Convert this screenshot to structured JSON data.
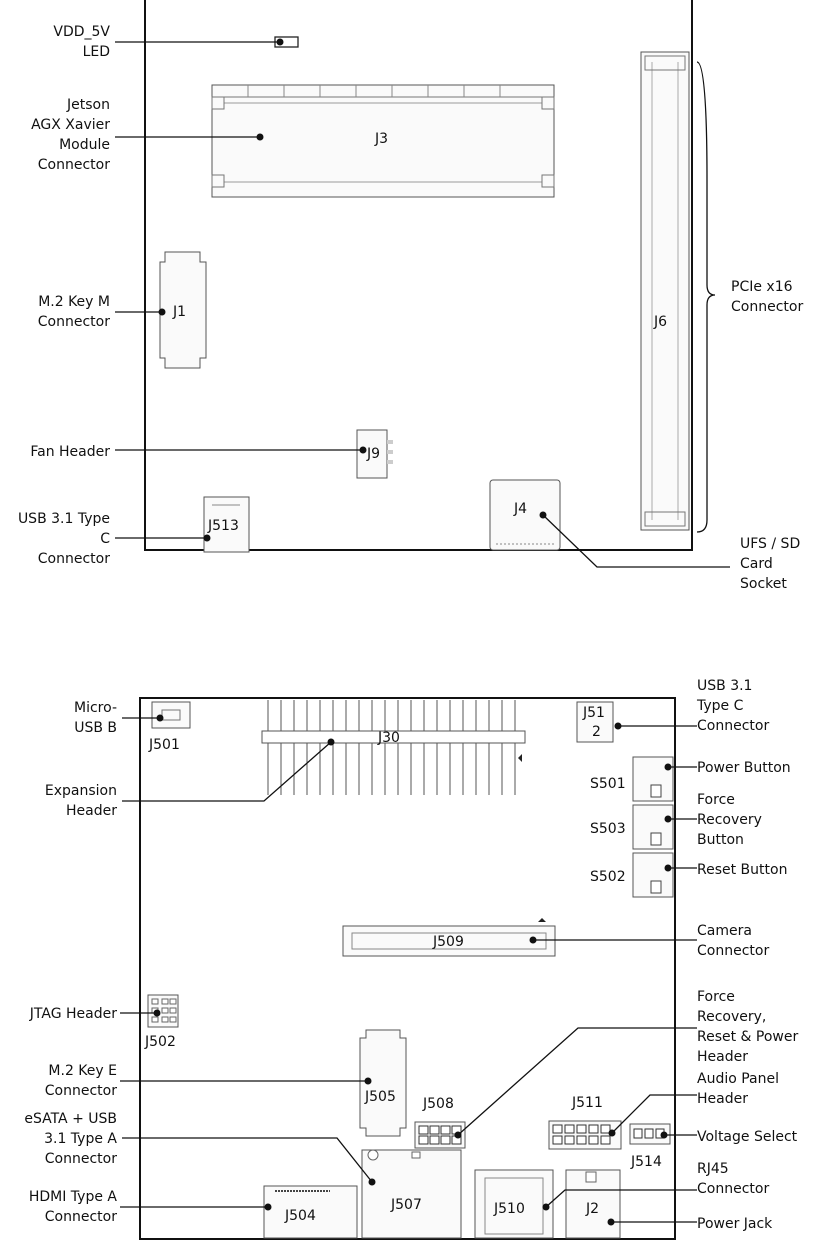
{
  "top_board": {
    "callouts": {
      "vdd_led": [
        "VDD_5V",
        "LED"
      ],
      "jetson": [
        "Jetson",
        "AGX Xavier",
        "Module",
        "Connector"
      ],
      "m2_key_m": [
        "M.2 Key M",
        "Connector"
      ],
      "fan": [
        "Fan Header"
      ],
      "usb_c": [
        "USB 3.1 Type",
        "C",
        "Connector"
      ],
      "pcie": [
        "PCIe x16",
        "Connector"
      ],
      "ufs_sd": [
        "UFS / SD",
        "Card",
        "Socket"
      ]
    },
    "designators": {
      "j3": "J3",
      "j1": "J1",
      "j9": "J9",
      "j513": "J513",
      "j4": "J4",
      "j6": "J6"
    }
  },
  "bottom_board": {
    "callouts": {
      "micro_usb": [
        "Micro-",
        "USB B"
      ],
      "expansion": [
        "Expansion",
        "Header"
      ],
      "usb_c": [
        "USB 3.1",
        "Type C",
        "Connector"
      ],
      "power_button": [
        "Power Button"
      ],
      "force_recovery": [
        "Force",
        "Recovery",
        "Button"
      ],
      "reset_button": [
        "Reset Button"
      ],
      "camera": [
        "Camera",
        "Connector"
      ],
      "jtag": [
        "JTAG Header"
      ],
      "frp_header": [
        "Force",
        "Recovery,",
        "Reset & Power",
        "Header"
      ],
      "m2_key_e": [
        "M.2 Key E",
        "Connector"
      ],
      "audio": [
        "Audio Panel",
        "Header"
      ],
      "esata": [
        "eSATA + USB",
        "3.1 Type A",
        "Connector"
      ],
      "voltage": [
        "Voltage Select"
      ],
      "rj45": [
        "RJ45",
        "Connector"
      ],
      "hdmi": [
        "HDMI Type A",
        "Connector"
      ],
      "power_jack": [
        "Power Jack"
      ]
    },
    "designators": {
      "j501": "J501",
      "j30": "J30",
      "j512": [
        "J51",
        "2"
      ],
      "s501": "S501",
      "s503": "S503",
      "s502": "S502",
      "j509": "J509",
      "j502": "J502",
      "j505": "J505",
      "j508": "J508",
      "j511": "J511",
      "j514": "J514",
      "j507": "J507",
      "j510": "J510",
      "j504": "J504",
      "j2": "J2"
    }
  }
}
